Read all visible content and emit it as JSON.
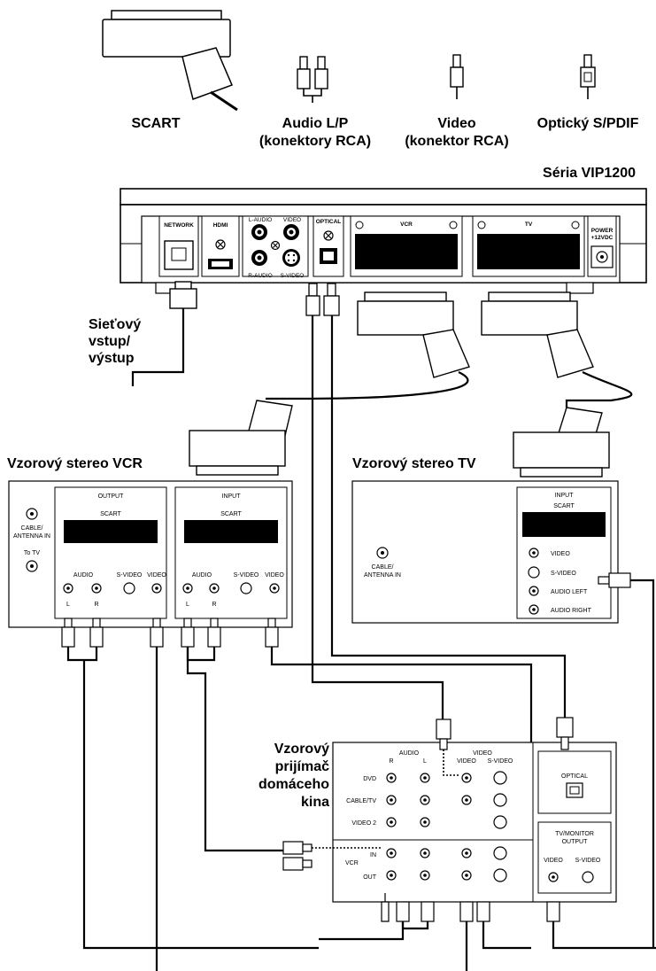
{
  "legend": {
    "scart": "SCART",
    "audio_line1": "Audio L/P",
    "audio_line2": "(konektory RCA)",
    "video_line1": "Video",
    "video_line2": "(konektor RCA)",
    "optical": "Optický S/PDIF"
  },
  "stb": {
    "title": "Séria VIP1200",
    "network": "NETWORK",
    "hdmi": "HDMI",
    "l_audio": "L-AUDIO",
    "r_audio": "R-AUDIO",
    "video": "VIDEO",
    "s_video": "S-VIDEO",
    "optical": "OPTICAL",
    "vcr": "VCR",
    "tv": "TV",
    "power_line1": "POWER",
    "power_line2": "+12VDC"
  },
  "network_label": [
    "Sieťový",
    "vstup/",
    "výstup"
  ],
  "vcr": {
    "title": "Vzorový stereo VCR",
    "cable_line1": "CABLE/",
    "cable_line2": "ANTENNA IN",
    "to_tv": "To TV",
    "output": "OUTPUT",
    "input": "INPUT",
    "scart": "SCART",
    "audio": "AUDIO",
    "s_video": "S-VIDEO",
    "video": "VIDEO",
    "l": "L",
    "r": "R"
  },
  "tv": {
    "title": "Vzorový stereo TV",
    "cable_line1": "CABLE/",
    "cable_line2": "ANTENNA IN",
    "input": "INPUT",
    "scart": "SCART",
    "video": "VIDEO",
    "s_video": "S-VIDEO",
    "audio_left": "AUDIO LEFT",
    "audio_right": "AUDIO RIGHT"
  },
  "receiver": {
    "title": [
      "Vzorový",
      "prijímač",
      "domáceho",
      "kina"
    ],
    "audio": "AUDIO",
    "r": "R",
    "l": "L",
    "video_group": "VIDEO",
    "video": "VIDEO",
    "s_video": "S-VIDEO",
    "dvd": "DVD",
    "cable_tv": "CABLE/TV",
    "video2": "VIDEO 2",
    "in": "IN",
    "vcr": "VCR",
    "out": "OUT",
    "optical": "OPTICAL",
    "monitor_line1": "TV/MONITOR",
    "monitor_line2": "OUTPUT"
  }
}
